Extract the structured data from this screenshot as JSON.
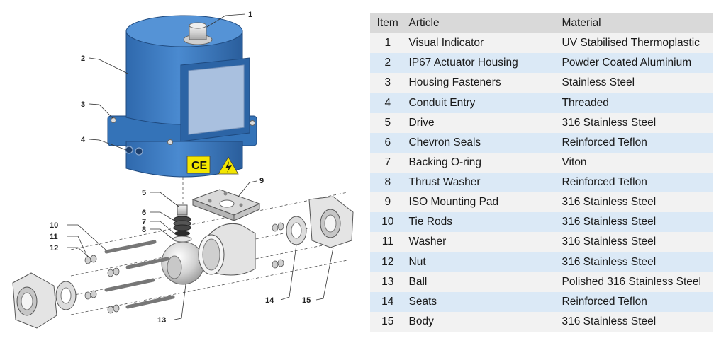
{
  "colors": {
    "housing": "#3f80c6",
    "housing_dark": "#2b5f9e",
    "window": "#a9c0df",
    "ce_badge": "#f3e600",
    "header_row": "#d9d9d9",
    "odd_row": "#f2f2f2",
    "even_row": "#dbe9f6"
  },
  "diagram": {
    "ce_label": "CE",
    "callouts": [
      "1",
      "2",
      "3",
      "4",
      "5",
      "6",
      "7",
      "8",
      "9",
      "10",
      "11",
      "12",
      "13",
      "14",
      "15"
    ]
  },
  "table": {
    "headers": {
      "item": "Item",
      "article": "Article",
      "material": "Material"
    },
    "rows": [
      {
        "item": "1",
        "article": "Visual Indicator",
        "material": "UV Stabilised Thermoplastic"
      },
      {
        "item": "2",
        "article": "IP67 Actuator Housing",
        "material": "Powder Coated Aluminium"
      },
      {
        "item": "3",
        "article": "Housing Fasteners",
        "material": "Stainless Steel"
      },
      {
        "item": "4",
        "article": "Conduit Entry",
        "material": "Threaded"
      },
      {
        "item": "5",
        "article": "Drive",
        "material": "316 Stainless Steel"
      },
      {
        "item": "6",
        "article": "Chevron Seals",
        "material": "Reinforced Teflon"
      },
      {
        "item": "7",
        "article": "Backing O-ring",
        "material": "Viton"
      },
      {
        "item": "8",
        "article": "Thrust Washer",
        "material": "Reinforced Teflon"
      },
      {
        "item": "9",
        "article": "ISO Mounting Pad",
        "material": "316 Stainless Steel"
      },
      {
        "item": "10",
        "article": "Tie Rods",
        "material": "316 Stainless Steel"
      },
      {
        "item": "11",
        "article": "Washer",
        "material": "316 Stainless Steel"
      },
      {
        "item": "12",
        "article": "Nut",
        "material": "316 Stainless Steel"
      },
      {
        "item": "13",
        "article": "Ball",
        "material": "Polished 316 Stainless Steel"
      },
      {
        "item": "14",
        "article": "Seats",
        "material": "Reinforced Teflon"
      },
      {
        "item": "15",
        "article": "Body",
        "material": "316 Stainless Steel"
      }
    ]
  }
}
